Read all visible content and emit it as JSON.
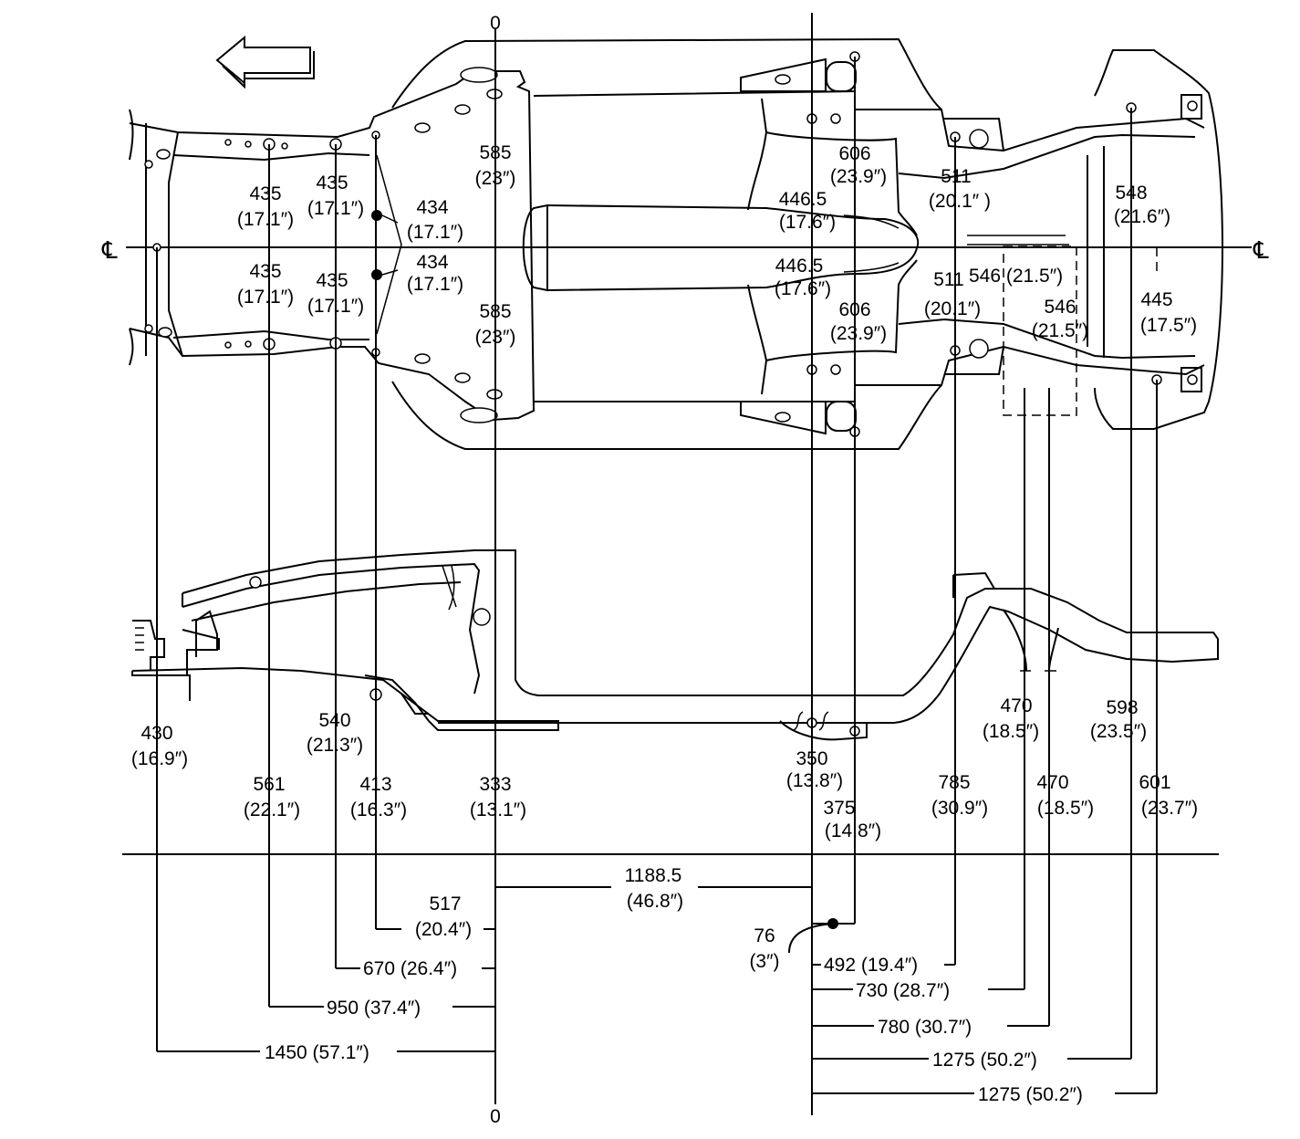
{
  "centerline_symbol": "℄",
  "zero_label": "0",
  "top": {
    "d585u": [
      "585",
      "(23″)"
    ],
    "d585l": [
      "585",
      "(23″)"
    ],
    "d435a": [
      "435",
      "(17.1″)"
    ],
    "d435b": [
      "435",
      "(17.1″)"
    ],
    "d435c": [
      "435",
      "(17.1″)"
    ],
    "d435d": [
      "435",
      "(17.1″)"
    ],
    "d434u": [
      "434",
      "(17.1″)"
    ],
    "d434l": [
      "434",
      "(17.1″)"
    ],
    "d606u": [
      "606",
      "(23.9″)"
    ],
    "d606l": [
      "606",
      "(23.9″)"
    ],
    "d4465u": [
      "446.5",
      "(17.6″)"
    ],
    "d4465l": [
      "446.5",
      "(17.6″)"
    ],
    "d511u": [
      "511",
      "(20.1″ )"
    ],
    "d511l": [
      "511",
      "(20.1″)"
    ],
    "d546a": "546 (21.5″)",
    "d546b": [
      "546",
      "(21.5″)"
    ],
    "d548": [
      "548",
      "(21.6″)"
    ],
    "d445": [
      "445",
      "(17.5″)"
    ]
  },
  "side": {
    "h430": [
      "430",
      "(16.9″)"
    ],
    "h561": [
      "561",
      "(22.1″)"
    ],
    "h540": [
      "540",
      "(21.3″)"
    ],
    "h413": [
      "413",
      "(16.3″)"
    ],
    "h333": [
      "333",
      "(13.1″)"
    ],
    "h350": [
      "350",
      "(13.8″)"
    ],
    "h375": [
      "375",
      "(14.8″)"
    ],
    "h785": [
      "785",
      "(30.9″)"
    ],
    "h470a": [
      "470",
      "(18.5″)"
    ],
    "h470b": [
      "470",
      "(18.5″)"
    ],
    "h598": [
      "598",
      "(23.5″)"
    ],
    "h601": [
      "601",
      "(23.7″)"
    ]
  },
  "longitudinal": {
    "l1188": [
      "1188.5",
      "(46.8″)"
    ],
    "l517": [
      "517",
      "(20.4″)"
    ],
    "l76": [
      "76",
      "(3″)"
    ],
    "l670": "670 (26.4″)",
    "l950": "950 (37.4″)",
    "l1450": "1450 (57.1″)",
    "l492": "492 (19.4″)",
    "l730": "730 (28.7″)",
    "l780": "780 (30.7″)",
    "l1275a": "1275 (50.2″)",
    "l1275b": "1275 (50.2″)"
  }
}
